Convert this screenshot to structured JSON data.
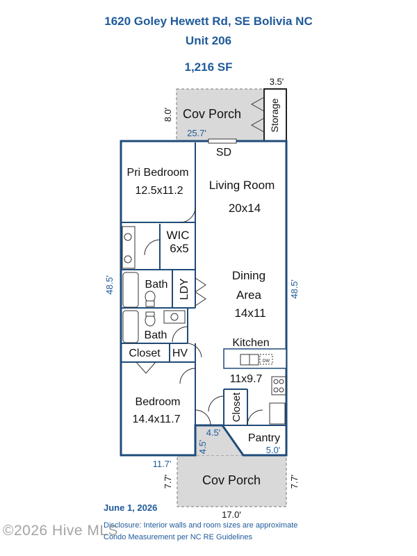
{
  "header": {
    "address": "1620 Goley Hewett Rd, SE Bolivia NC",
    "unit": "Unit 206",
    "area": "1,216 SF"
  },
  "rooms": {
    "cov_porch_top": "Cov Porch",
    "storage": "Storage",
    "sd": "SD",
    "pri_bedroom": "Pri Bedroom",
    "pri_bedroom_size": "12.5x11.2",
    "living_room": "Living Room",
    "living_room_size": "20x14",
    "wic": "WIC",
    "wic_size": "6x5",
    "bath1": "Bath",
    "ldy": "LDY",
    "dining": "Dining",
    "dining_area": "Area",
    "dining_size": "14x11",
    "bath2": "Bath",
    "closet1": "Closet",
    "hv": "HV",
    "kitchen": "Kitchen",
    "kitchen_size": "11x9.7",
    "dw": "DW",
    "bedroom": "Bedroom",
    "bedroom_size": "14.4x11.7",
    "closet2": "Closet",
    "pantry": "Pantry",
    "cov_porch_bottom": "Cov Porch"
  },
  "dimensions": {
    "storage_width": "3.5'",
    "porch_depth_top": "8.0'",
    "porch_width_top": "25.7'",
    "left_length": "48.5'",
    "right_length": "48.5'",
    "notch_width": "4.5'",
    "notch_depth": "4.5'",
    "pantry_width": "5.0'",
    "bottom_left_width": "11.7'",
    "porch_depth_bottom_left": "7.7'",
    "porch_depth_bottom_right": "7.7'",
    "porch_width_bottom": "17.0'"
  },
  "footer": {
    "date": "June 1, 2026",
    "disclosure": "Disclosure: Interior walls and room sizes are approximate",
    "guidelines": "Condo Measurement per NC RE Guidelines",
    "watermark": "©2026 Hive MLS"
  },
  "colors": {
    "wall": "#1f4b78",
    "accent_text": "#1f5a9a",
    "porch_fill": "#d9d9d9"
  }
}
